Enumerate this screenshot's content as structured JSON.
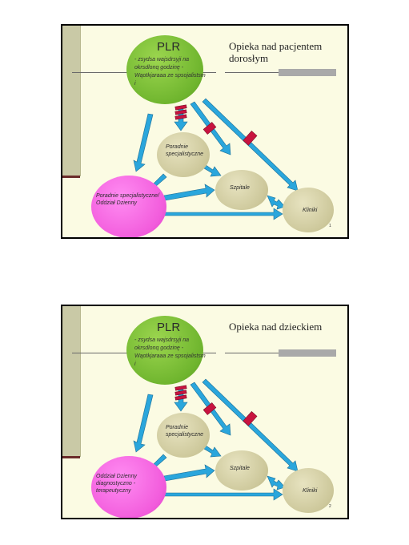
{
  "slides": [
    {
      "title": "Opieka nad pacjentem dorosłym",
      "nodes": {
        "plr_title": "PLR",
        "plr_text": "- zsydsa wajsdrsyji na okrsdlonq godzinę -Wąotkjaraaa ze spsojalistsm i",
        "poradnie": "Poradnie specjalistyczne",
        "szpitale": "Szpitale",
        "kliniki": "Kliniki",
        "pink": "Poradnie specjalistyczne/ Oddział Dzienny"
      },
      "page_number": "1"
    },
    {
      "title": "Opieka nad dzieckiem",
      "nodes": {
        "plr_title": "PLR",
        "plr_text": "- zsydsa wajsdrsyji na okrsdlonq godzinę -Wąotkjaraaa ze spsojalistsm i",
        "poradnie": "Poradnie specjalistyczne",
        "szpitale": "Szpitale",
        "kliniki": "Kliniki",
        "pink": "Oddział Dzienny diagnostyczno - terapeutyczny"
      },
      "page_number": "2"
    }
  ],
  "colors": {
    "arrow": "#2aa6dc",
    "blocker": "#c8133f",
    "plr": "#7ac037",
    "pink": "#f25cdc",
    "beige": "#cdc89b"
  }
}
